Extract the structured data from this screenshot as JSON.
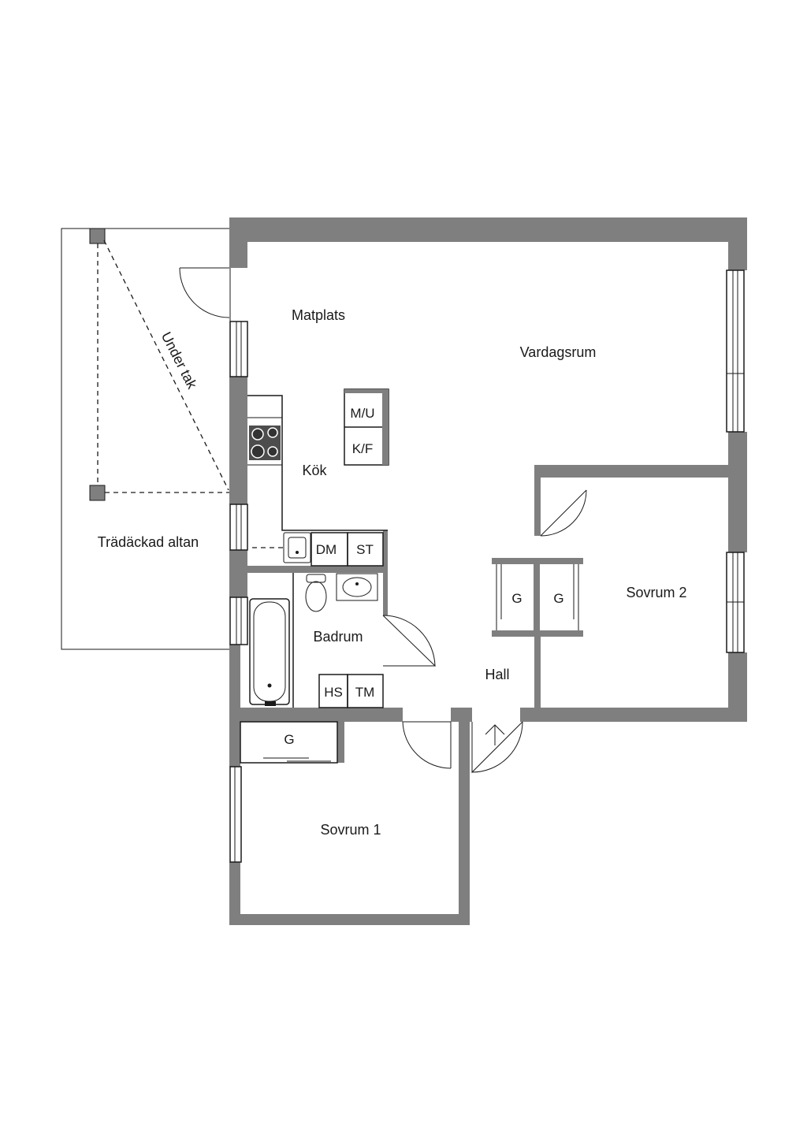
{
  "rooms": {
    "matplats": "Matplats",
    "vardagsrum": "Vardagsrum",
    "kok": "Kök",
    "sovrum1": "Sovrum 1",
    "sovrum2": "Sovrum 2",
    "badrum": "Badrum",
    "hall": "Hall",
    "altan": "Trädäckad altan",
    "under_tak": "Under tak"
  },
  "fixtures": {
    "mu": "M/U",
    "kf": "K/F",
    "dm": "DM",
    "st": "ST",
    "hs": "HS",
    "tm": "TM",
    "g_hall_left": "G",
    "g_hall_right": "G",
    "g_bedroom1": "G"
  },
  "colors": {
    "wall": "#7f7f7f",
    "line": "#1a1a1a",
    "stove": "#4d4d4d",
    "background": "#ffffff"
  }
}
